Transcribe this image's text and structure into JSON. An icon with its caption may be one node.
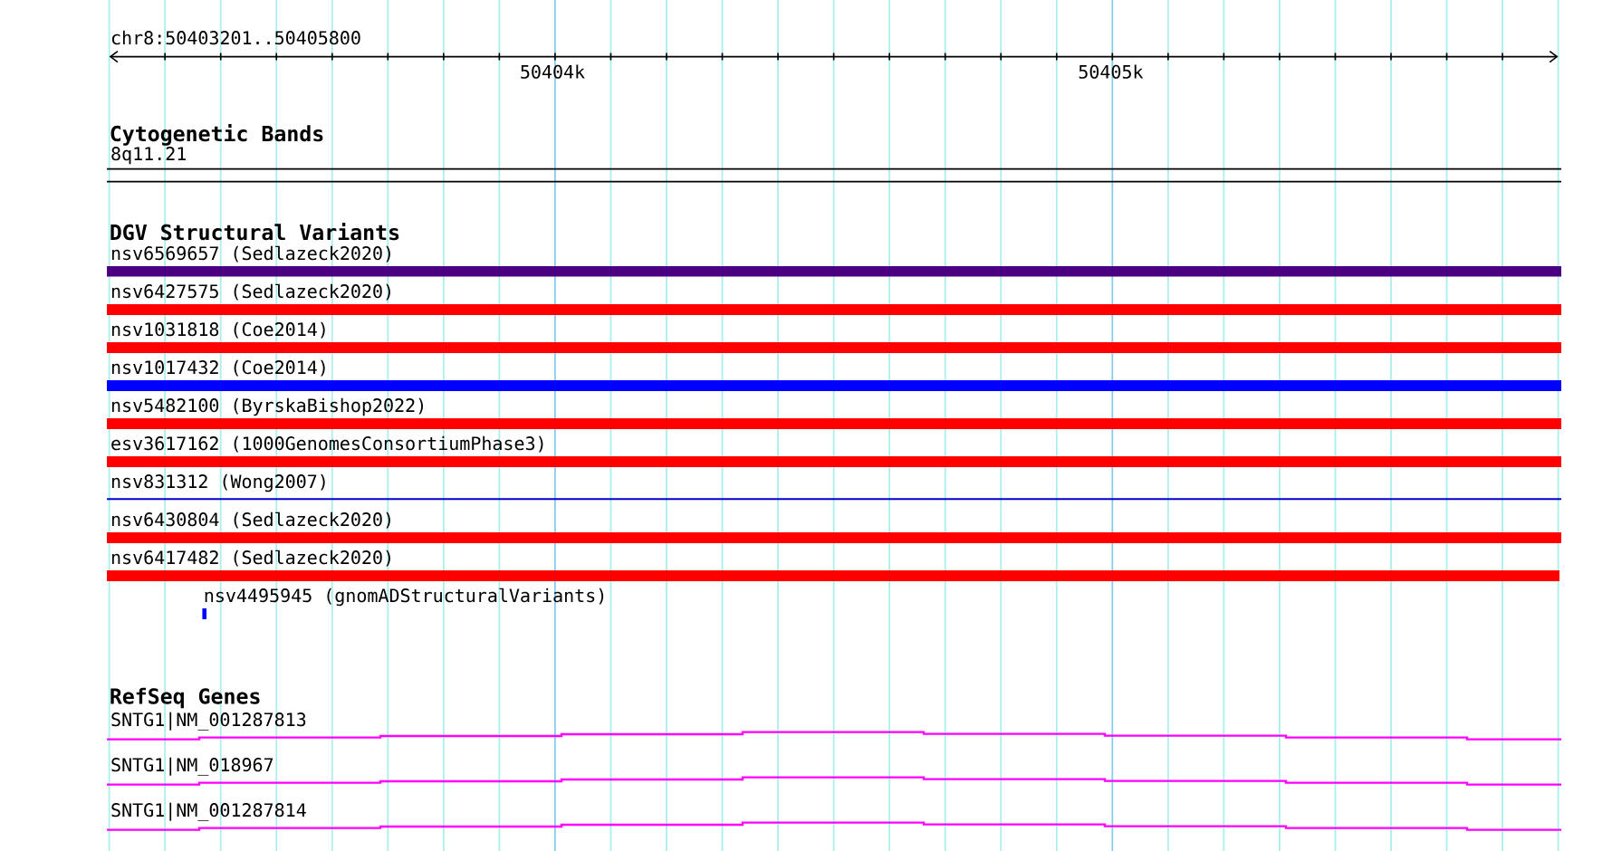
{
  "diagram": {
    "nodes": [
      {
        "text": [
          "8q11.21"
        ]
      },
      {
        "text": [
          "nsv6569657 (Sedlazeck2020)"
        ]
      },
      {
        "text": [
          "nsv6427575 (Sedlazeck2020)"
        ]
      },
      {
        "text": [
          "nsv1031818 (Coe2014)"
        ]
      },
      {
        "text": [
          "nsv1017432 (Coe2014)"
        ]
      },
      {
        "text": [
          "nsv5482100 (ByrskaBishop2022)"
        ]
      },
      {
        "text": [
          "esv3617162 (1000GenomesConsortiumPhase3)"
        ]
      },
      {
        "text": [
          "nsv831312 (Wong2007)"
        ]
      },
      {
        "text": [
          "nsv6430804 (Sedlazeck2020)"
        ]
      },
      {
        "text": [
          "nsv6417482 (Sedlazeck2020)"
        ]
      },
      {
        "text": [
          "nsv4495945 (gnomADStructuralVariants)"
        ]
      },
      {
        "text": [
          "SNTG1|NM_001287813"
        ]
      },
      {
        "text": [
          "SNTG1|NM_018967"
        ]
      },
      {
        "text": [
          "SNTG1|NM_001287814"
        ]
      }
    ],
    "labels": [
      "chr8:50403201..50405800",
      "50404k",
      "50405k",
      "Cytogenetic Bands",
      "DGV Structural Variants",
      "RefSeq Genes"
    ]
  }
}
